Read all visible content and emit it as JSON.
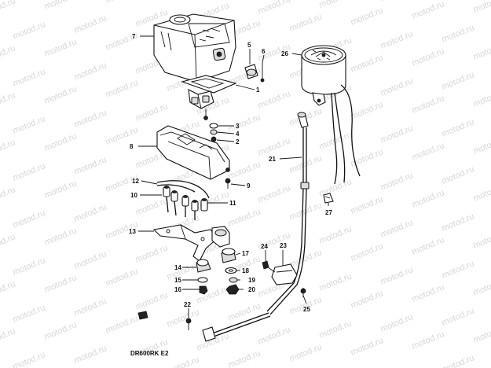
{
  "diagram": {
    "watermark": "motod.ru",
    "model_code": "DR600RK E2",
    "callouts": {
      "p1": "1",
      "p2": "2",
      "p3": "3",
      "p4": "4",
      "p5": "5",
      "p6": "6",
      "p7": "7",
      "p8": "8",
      "p9": "9",
      "p10": "10",
      "p11": "11",
      "p12": "12",
      "p13": "13",
      "p14": "14",
      "p15": "15",
      "p16": "16",
      "p17": "17",
      "p18": "18",
      "p19": "19",
      "p20": "20",
      "p21": "21",
      "p22": "22",
      "p23": "23",
      "p24": "24",
      "p25": "25",
      "p26": "26",
      "p27": "27"
    }
  }
}
